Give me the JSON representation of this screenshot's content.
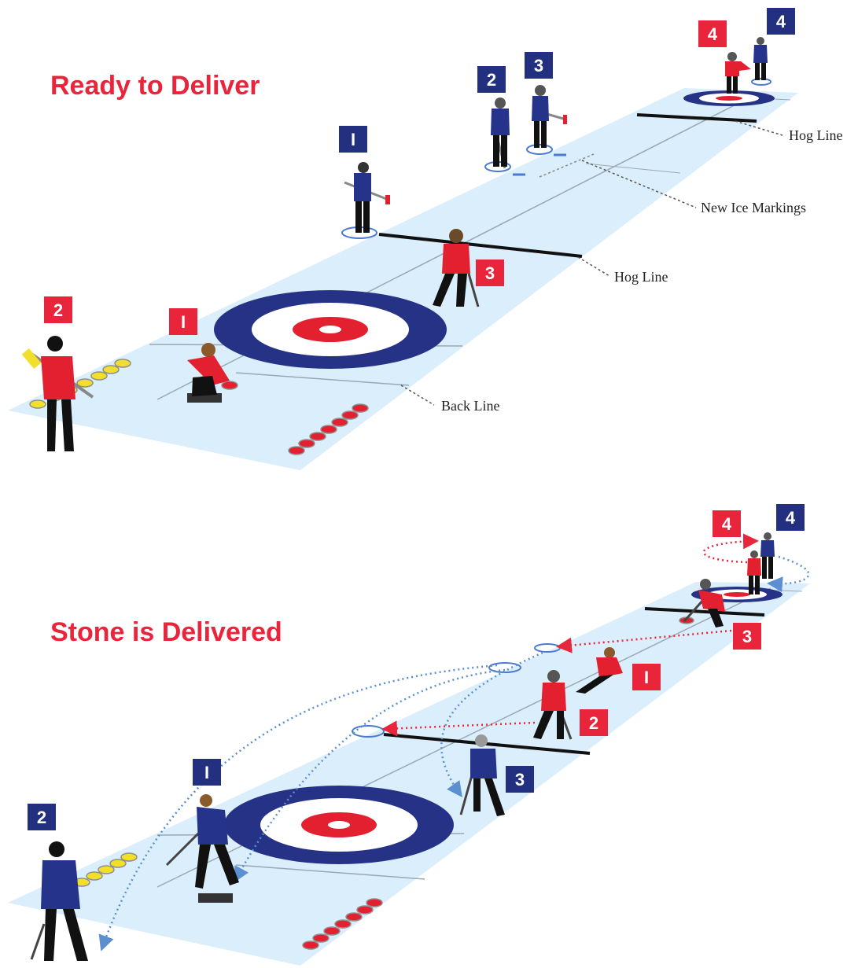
{
  "colors": {
    "red": "#e8253a",
    "blue": "#23307f",
    "ice": "#dbeefb",
    "house_blue": "#253286",
    "house_red": "#e3202f",
    "stone_yellow": "#f2df2c"
  },
  "panel1": {
    "title": "Ready to Deliver",
    "labels": {
      "hog_line_far": "Hog Line",
      "new_ice_markings": "New Ice Markings",
      "hog_line_near": "Hog Line",
      "back_line": "Back Line"
    },
    "badges": {
      "red_1": "I",
      "red_2": "2",
      "red_3": "3",
      "red_4": "4",
      "blue_1": "I",
      "blue_2": "2",
      "blue_3": "3",
      "blue_4": "4"
    }
  },
  "panel2": {
    "title": "Stone is Delivered",
    "badges": {
      "red_1": "I",
      "red_2": "2",
      "red_3": "3",
      "red_4": "4",
      "blue_1": "I",
      "blue_2": "2",
      "blue_3": "3",
      "blue_4": "4"
    }
  }
}
